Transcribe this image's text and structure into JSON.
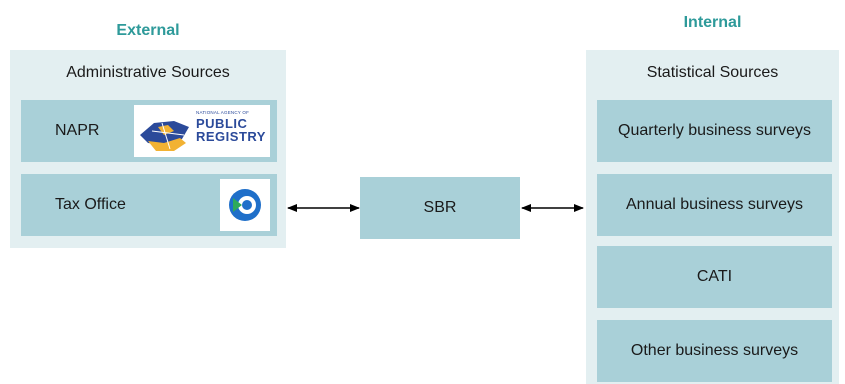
{
  "external": {
    "heading": "External",
    "panel_title": "Administrative Sources",
    "items": [
      {
        "label": "NAPR",
        "logo_text_small": "NATIONAL AGENCY OF",
        "logo_text_line1": "PUBLIC",
        "logo_text_line2": "REGISTRY"
      },
      {
        "label": "Tax Office"
      }
    ]
  },
  "center": {
    "label": "SBR"
  },
  "internal": {
    "heading": "Internal",
    "panel_title": "Statistical Sources",
    "items": [
      {
        "label": "Quarterly business surveys"
      },
      {
        "label": "Annual business surveys"
      },
      {
        "label": "CATI"
      },
      {
        "label": "Other business surveys"
      }
    ]
  },
  "colors": {
    "heading": "#2e9a9a",
    "panel": "#e3eff1",
    "box": "#a9d0d8",
    "arrow": "#000000"
  }
}
